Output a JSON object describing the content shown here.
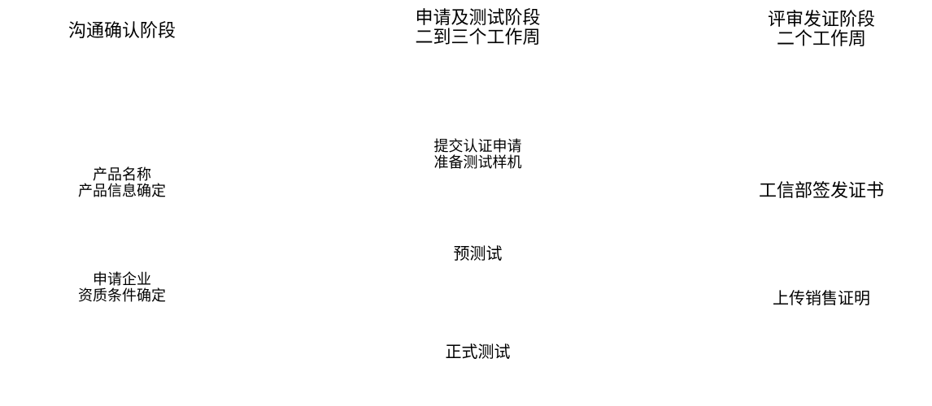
{
  "stages": [
    {
      "title": [
        "沟通确认阶段"
      ],
      "steps": [
        [
          "产品名称",
          "产品信息确定"
        ],
        [
          "申请企业",
          "资质条件确定"
        ]
      ]
    },
    {
      "title": [
        "申请及测试阶段",
        "二到三个工作周"
      ],
      "steps": [
        [
          "提交认证申请",
          "准备测试样机"
        ],
        [
          "预测试"
        ],
        [
          "正式测试"
        ]
      ]
    },
    {
      "title": [
        "评审发证阶段",
        "二个工作周"
      ],
      "steps": [
        [
          "工信部签发证书"
        ],
        [
          "上传销售证明"
        ]
      ]
    }
  ]
}
